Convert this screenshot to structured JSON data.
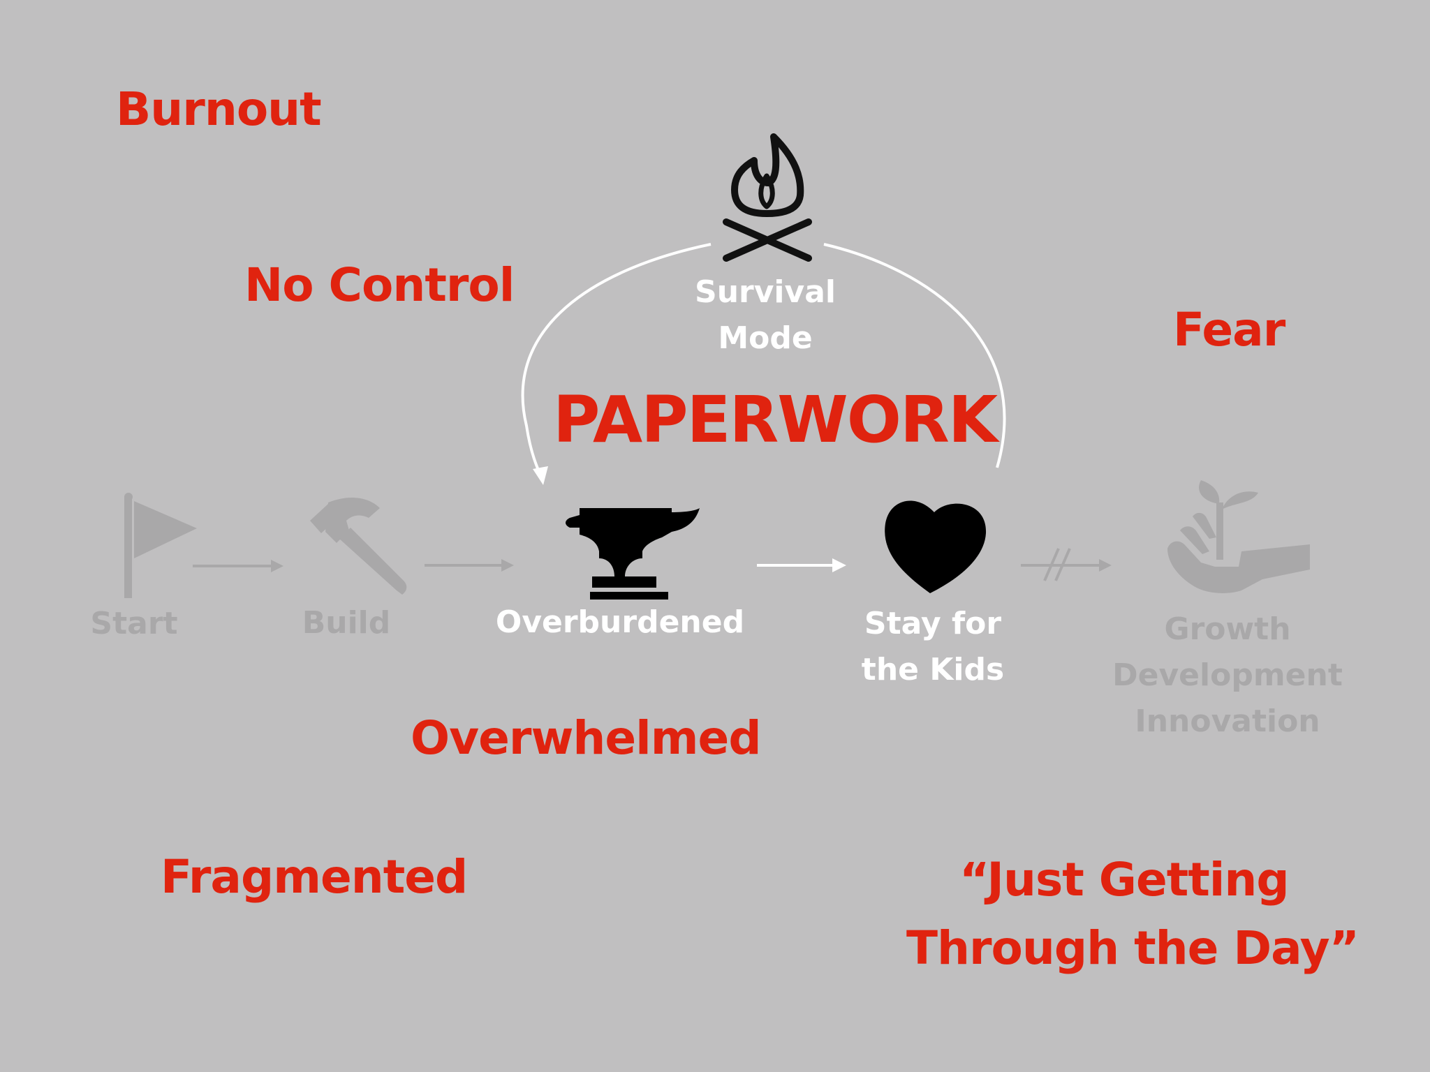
{
  "words": {
    "burnout": "Burnout",
    "no_control": "No Control",
    "fear": "Fear",
    "overwhelmed": "Overwhelmed",
    "fragmented": "Fragmented",
    "just_getting_1": "“Just Getting",
    "just_getting_2": "Through the Day”"
  },
  "center_title": "PAPERWORK",
  "loop": {
    "label_line1": "Survival",
    "label_line2": "Mode",
    "icon": "campfire-icon"
  },
  "stages": [
    {
      "line1": "Start",
      "icon": "flag-icon",
      "state": "faded"
    },
    {
      "line1": "Build",
      "icon": "hammer-icon",
      "state": "faded"
    },
    {
      "line1": "Overburdened",
      "icon": "anvil-icon",
      "state": "active"
    },
    {
      "line1": "Stay for",
      "line2": "the Kids",
      "icon": "heart-icon",
      "state": "active"
    },
    {
      "line1": "Growth",
      "line2": "Development",
      "line3": "Innovation",
      "icon": "plant-in-hand-icon",
      "state": "faded"
    }
  ],
  "colors": {
    "background": "#c0bfc0",
    "red_words": "#e0230f",
    "active": "#ffffff",
    "icon_active": "#000000",
    "faded": "#a9a8a9"
  }
}
